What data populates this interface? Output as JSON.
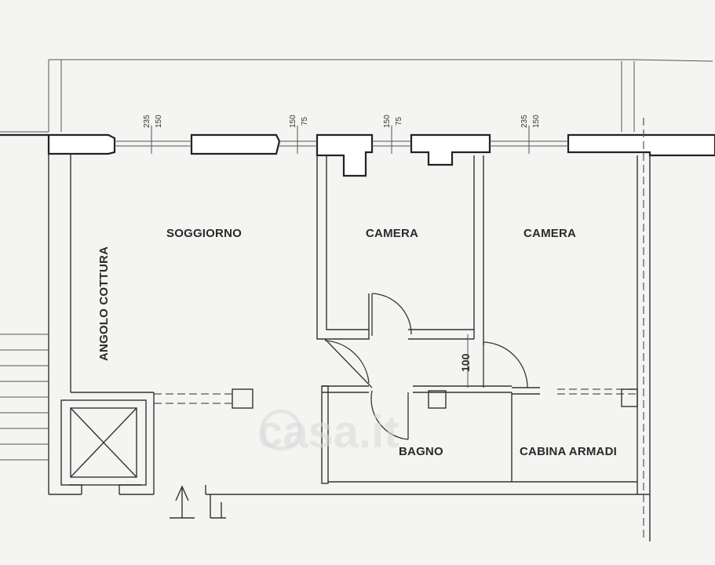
{
  "rooms": {
    "soggiorno": "SOGGIORNO",
    "camera_1": "CAMERA",
    "camera_2": "CAMERA",
    "angolo_cottura": "ANGOLO COTTURA",
    "bagno": "BAGNO",
    "cabina_armadi": "CABINA ARMADI"
  },
  "window_dimensions": [
    {
      "top": "235",
      "bottom": "150"
    },
    {
      "top": "150",
      "bottom": "75"
    },
    {
      "top": "150",
      "bottom": "75"
    },
    {
      "top": "235",
      "bottom": "150"
    }
  ],
  "door_dimension": "100",
  "watermark": "casa.it"
}
